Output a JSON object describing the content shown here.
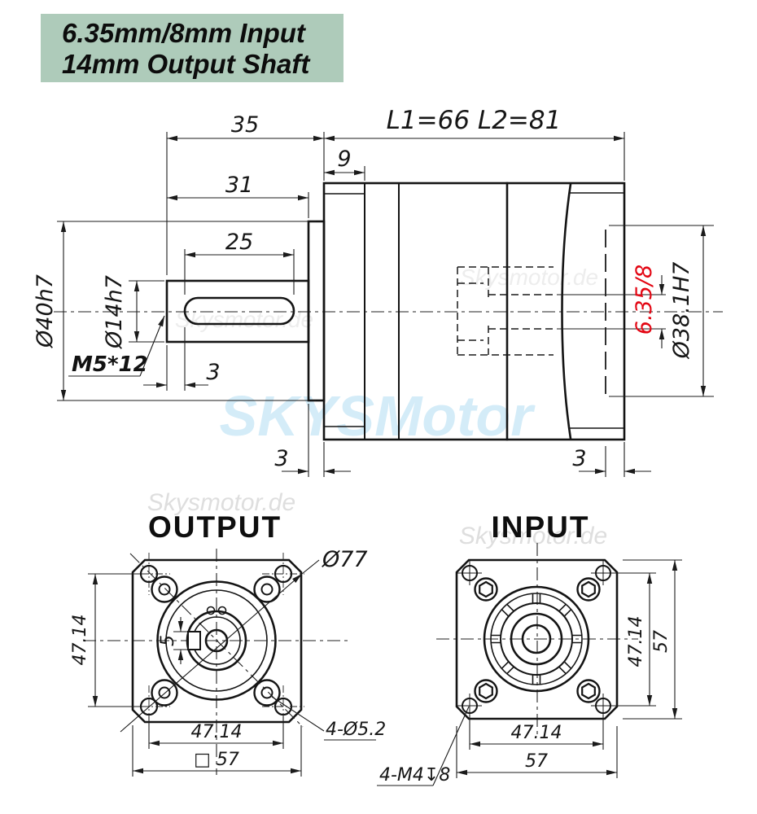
{
  "banner": {
    "line1": "6.35mm/8mm Input",
    "line2": "14mm Output Shaft"
  },
  "colors": {
    "banner_bg": "#aecbba",
    "highlight_red": "#e30613",
    "watermark_blue": "#d4ecf8",
    "watermark_gray": "#dedede",
    "watermark_faint": "#ededed"
  },
  "side_view": {
    "dims": {
      "shaft_section": "35",
      "flange_width": "9",
      "shaft_length": "31",
      "keyway_length": "25",
      "body_length": "L1=66 L2=81",
      "output_boss_dia": "Ø40h7",
      "shaft_dia": "Ø14h7",
      "tapped_hole": "M5*12",
      "keyway_offset": "3",
      "front_pilot": "3",
      "rear_pilot": "3",
      "input_bore": "6.35/8",
      "input_pilot_dia": "Ø38.1H7"
    }
  },
  "output_view": {
    "title": "OUTPUT",
    "dims": {
      "hole_spacing_vertical": "47.14",
      "hole_spacing_horizontal": "47.14",
      "square_size": "□ 57",
      "through_holes": "4-Ø5.2",
      "flange_circle_dia": "Ø77",
      "key_width": "5"
    }
  },
  "input_view": {
    "title": "INPUT",
    "dims": {
      "hole_spacing_vertical": "47.14",
      "square_vertical": "57",
      "hole_spacing_horizontal": "47.14",
      "square_horizontal": "57",
      "tapped_holes": "4-M4↧8"
    }
  },
  "watermarks": {
    "brand_large": "SKYSMotor",
    "brand_small": "Skysmotor.de"
  }
}
